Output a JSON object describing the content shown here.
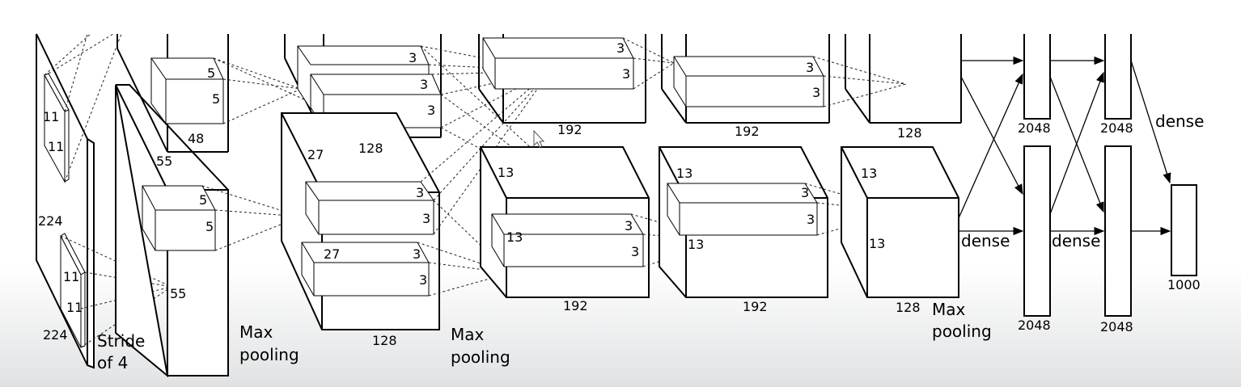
{
  "labels": {
    "input": {
      "size_a": "224",
      "size_b": "224",
      "kernel_a": "11",
      "kernel_b": "11",
      "kernel_c": "11",
      "kernel_d": "11",
      "stride_1": "Stride",
      "stride_2": "of 4"
    },
    "conv1": {
      "top_depth": "48",
      "top_k1": "5",
      "top_k2": "5",
      "bot_k1": "5",
      "bot_k2": "5",
      "side": "55",
      "side_out": "55",
      "pool_1": "Max",
      "pool_2": "pooling"
    },
    "conv2": {
      "top_k1": "3",
      "top_k2": "3",
      "top_k3": "3",
      "top_depth": "128",
      "bot_side": "27",
      "bot_k1": "3",
      "bot_k2": "3",
      "bot_inner": "27",
      "bot_k3": "3",
      "bot_k4": "3",
      "bot_depth": "128",
      "pool_1": "Max",
      "pool_2": "pooling"
    },
    "conv3": {
      "top_k1": "3",
      "top_k2": "3",
      "top_depth": "192",
      "bot_side": "13",
      "bot_inner": "13",
      "bot_k1": "3",
      "bot_k2": "3",
      "bot_depth": "192"
    },
    "conv4": {
      "top_k1": "3",
      "top_k2": "3",
      "top_depth": "192",
      "bot_side": "13",
      "bot_inner": "13",
      "bot_k1": "3",
      "bot_k2": "3",
      "bot_depth": "192"
    },
    "conv5": {
      "top_depth": "128",
      "bot_side": "13",
      "bot_inner": "13",
      "bot_depth": "128",
      "pool_1": "Max",
      "pool_2": "pooling"
    },
    "fc": {
      "dense_1": "dense",
      "dense_2": "dense",
      "dense_3": "dense",
      "fc6_top": "2048",
      "fc6_bot": "2048",
      "fc7_top": "2048",
      "fc7_bot": "2048",
      "output": "1000"
    }
  }
}
